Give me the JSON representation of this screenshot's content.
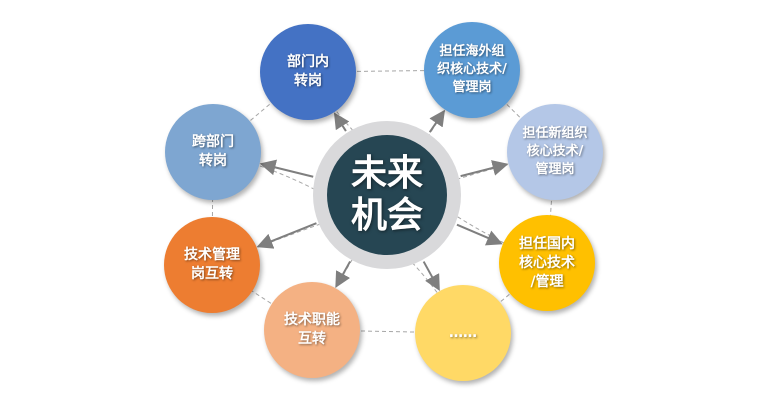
{
  "center": {
    "label": "未来\n机会"
  },
  "nodes": [
    {
      "label": "部门内\n转岗",
      "color": "#4472C4"
    },
    {
      "label": "担任海外组\n织核心技术/\n管理岗",
      "color": "#5B9BD5"
    },
    {
      "label": "担任新组织\n核心技术/\n管理岗",
      "color": "#B4C7E7"
    },
    {
      "label": "担任国内\n核心技术\n/管理",
      "color": "#FFC000"
    },
    {
      "label": "……",
      "color": "#FFD966"
    },
    {
      "label": "技术职能\n互转",
      "color": "#F4B183"
    },
    {
      "label": "技术管理\n岗互转",
      "color": "#ED7D31"
    },
    {
      "label": "跨部门\n转岗",
      "color": "#7EA6D1"
    }
  ]
}
